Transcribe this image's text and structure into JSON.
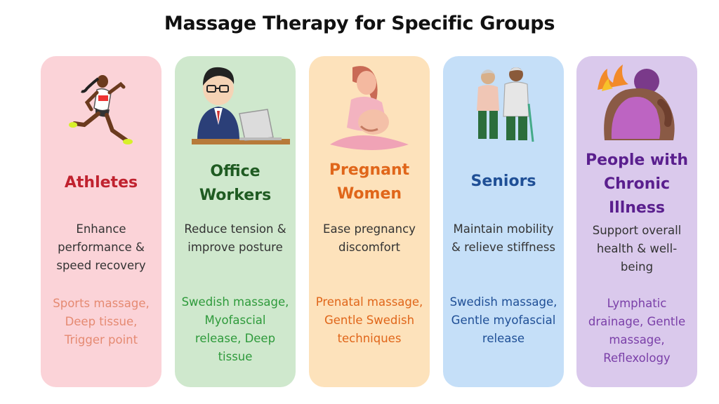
{
  "title": "Massage Therapy for Specific Groups",
  "cards": [
    {
      "icon": "runner-athlete-illustration",
      "heading": "Athletes",
      "description": "Enhance\nperformance &\nspeed recovery",
      "techniques": "Sports massage,\nDeep tissue,\nTrigger point",
      "colors": {
        "bg": "#fbd3d8",
        "heading": "#c0222f",
        "techniques": "#e58a72"
      }
    },
    {
      "icon": "office-worker-laptop-illustration",
      "heading": "Office\nWorkers",
      "description": "Reduce tension &\nimprove posture",
      "techniques": "Swedish massage,\nMyofascial\nrelease, Deep\ntissue",
      "colors": {
        "bg": "#cfe8cd",
        "heading": "#1f5b22",
        "techniques": "#2e9a3b"
      }
    },
    {
      "icon": "pregnant-woman-illustration",
      "heading": "Pregnant\nWomen",
      "description": "Ease pregnancy\ndiscomfort",
      "techniques": "Prenatal massage,\nGentle Swedish\ntechniques",
      "colors": {
        "bg": "#fde2bb",
        "heading": "#e0661a",
        "techniques": "#e0661a"
      }
    },
    {
      "icon": "senior-couple-illustration",
      "heading": "Seniors",
      "description": "Maintain mobility\n& relieve stiffness",
      "techniques": "Swedish massage,\nGentle myofascial\nrelease",
      "colors": {
        "bg": "#c5dff8",
        "heading": "#1f4f96",
        "techniques": "#1f4f96"
      }
    },
    {
      "icon": "chronic-pain-person-illustration",
      "heading": "People with\nChronic\nIllness",
      "description": "Support overall\nhealth & well-\nbeing",
      "techniques": "Lymphatic\ndrainage, Gentle\nmassage,\nReflexology",
      "colors": {
        "bg": "#dac9ec",
        "heading": "#5a1f8e",
        "techniques": "#7a3fa8"
      }
    }
  ]
}
